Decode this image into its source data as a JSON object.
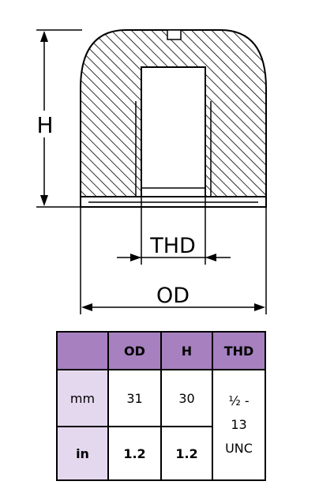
{
  "diagram": {
    "labels": {
      "height": "H",
      "thread": "THD",
      "outer_diameter": "OD"
    }
  },
  "table": {
    "headers": [
      "",
      "OD",
      "H",
      "THD"
    ],
    "rows": [
      {
        "unit": "mm",
        "od": "31",
        "h": "30"
      },
      {
        "unit": "in",
        "od": "1.2",
        "h": "1.2"
      }
    ],
    "thd_value": {
      "line1": "½ -",
      "line2": "13",
      "line3": "UNC"
    }
  },
  "colors": {
    "header_bg": "#a680bf",
    "row_label_bg": "#e4d8ef",
    "line": "#000000"
  }
}
